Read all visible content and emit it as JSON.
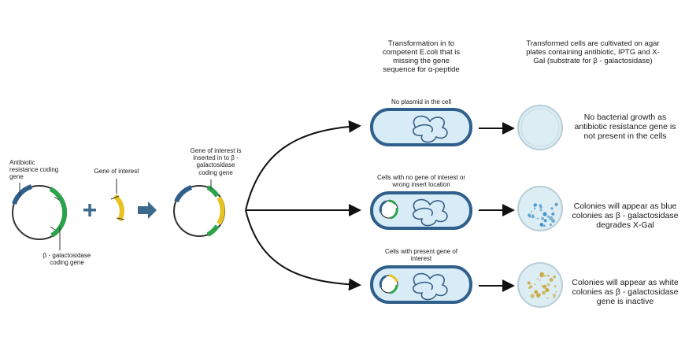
{
  "labels": {
    "antibiotic_gene": "Antibiotic\nresistance coding\ngene",
    "beta_gal_gene": "β - galactosidase\ncoding gene",
    "gene_of_interest": "Gene of interest",
    "inserted_gene": "Gene of interest is\ninserted in to β -\ngalactosidase\ncoding gene",
    "transformation_header": "Transformation in to\ncompetent E.coli that is\nmissing the gene\nsequence for α-peptide",
    "cultivation_header": "Transformed cells are cultivated on agar\nplates containing antibiotic, IPTG and X-\nGal (substrate for  β - galactosidase)",
    "cell_no_plasmid": "No plasmid in the cell",
    "cell_wrong_insert": "Cells with no  gene of interest or\nwrong insert location",
    "cell_with_gene": "Cells with present gene of\ninterest",
    "result_no_growth": "No bacterial growth as\nantibiotic resistance gene is\nnot present in the  cells",
    "result_blue": "Colonies will appear as blue\ncolonies as β - galactosidase\ndegrades X-Gal",
    "result_white": "Colonies will appear as white\ncolonies as β - galactosidase\ngene is inactive"
  },
  "colors": {
    "antibiotic_segment": "#2f5f8a",
    "beta_gal_segment": "#2aa34a",
    "insert_gene": "#e8c21e",
    "plus_and_arrow": "#3d6a8c",
    "cell_outline": "#2f5f8a",
    "cell_fill": "#d7ecf7",
    "dna": "#3a5f86",
    "plate_fill": "#dcedf4",
    "blue_colony": "#3f8fc9",
    "white_colony": "#c9a83a"
  }
}
